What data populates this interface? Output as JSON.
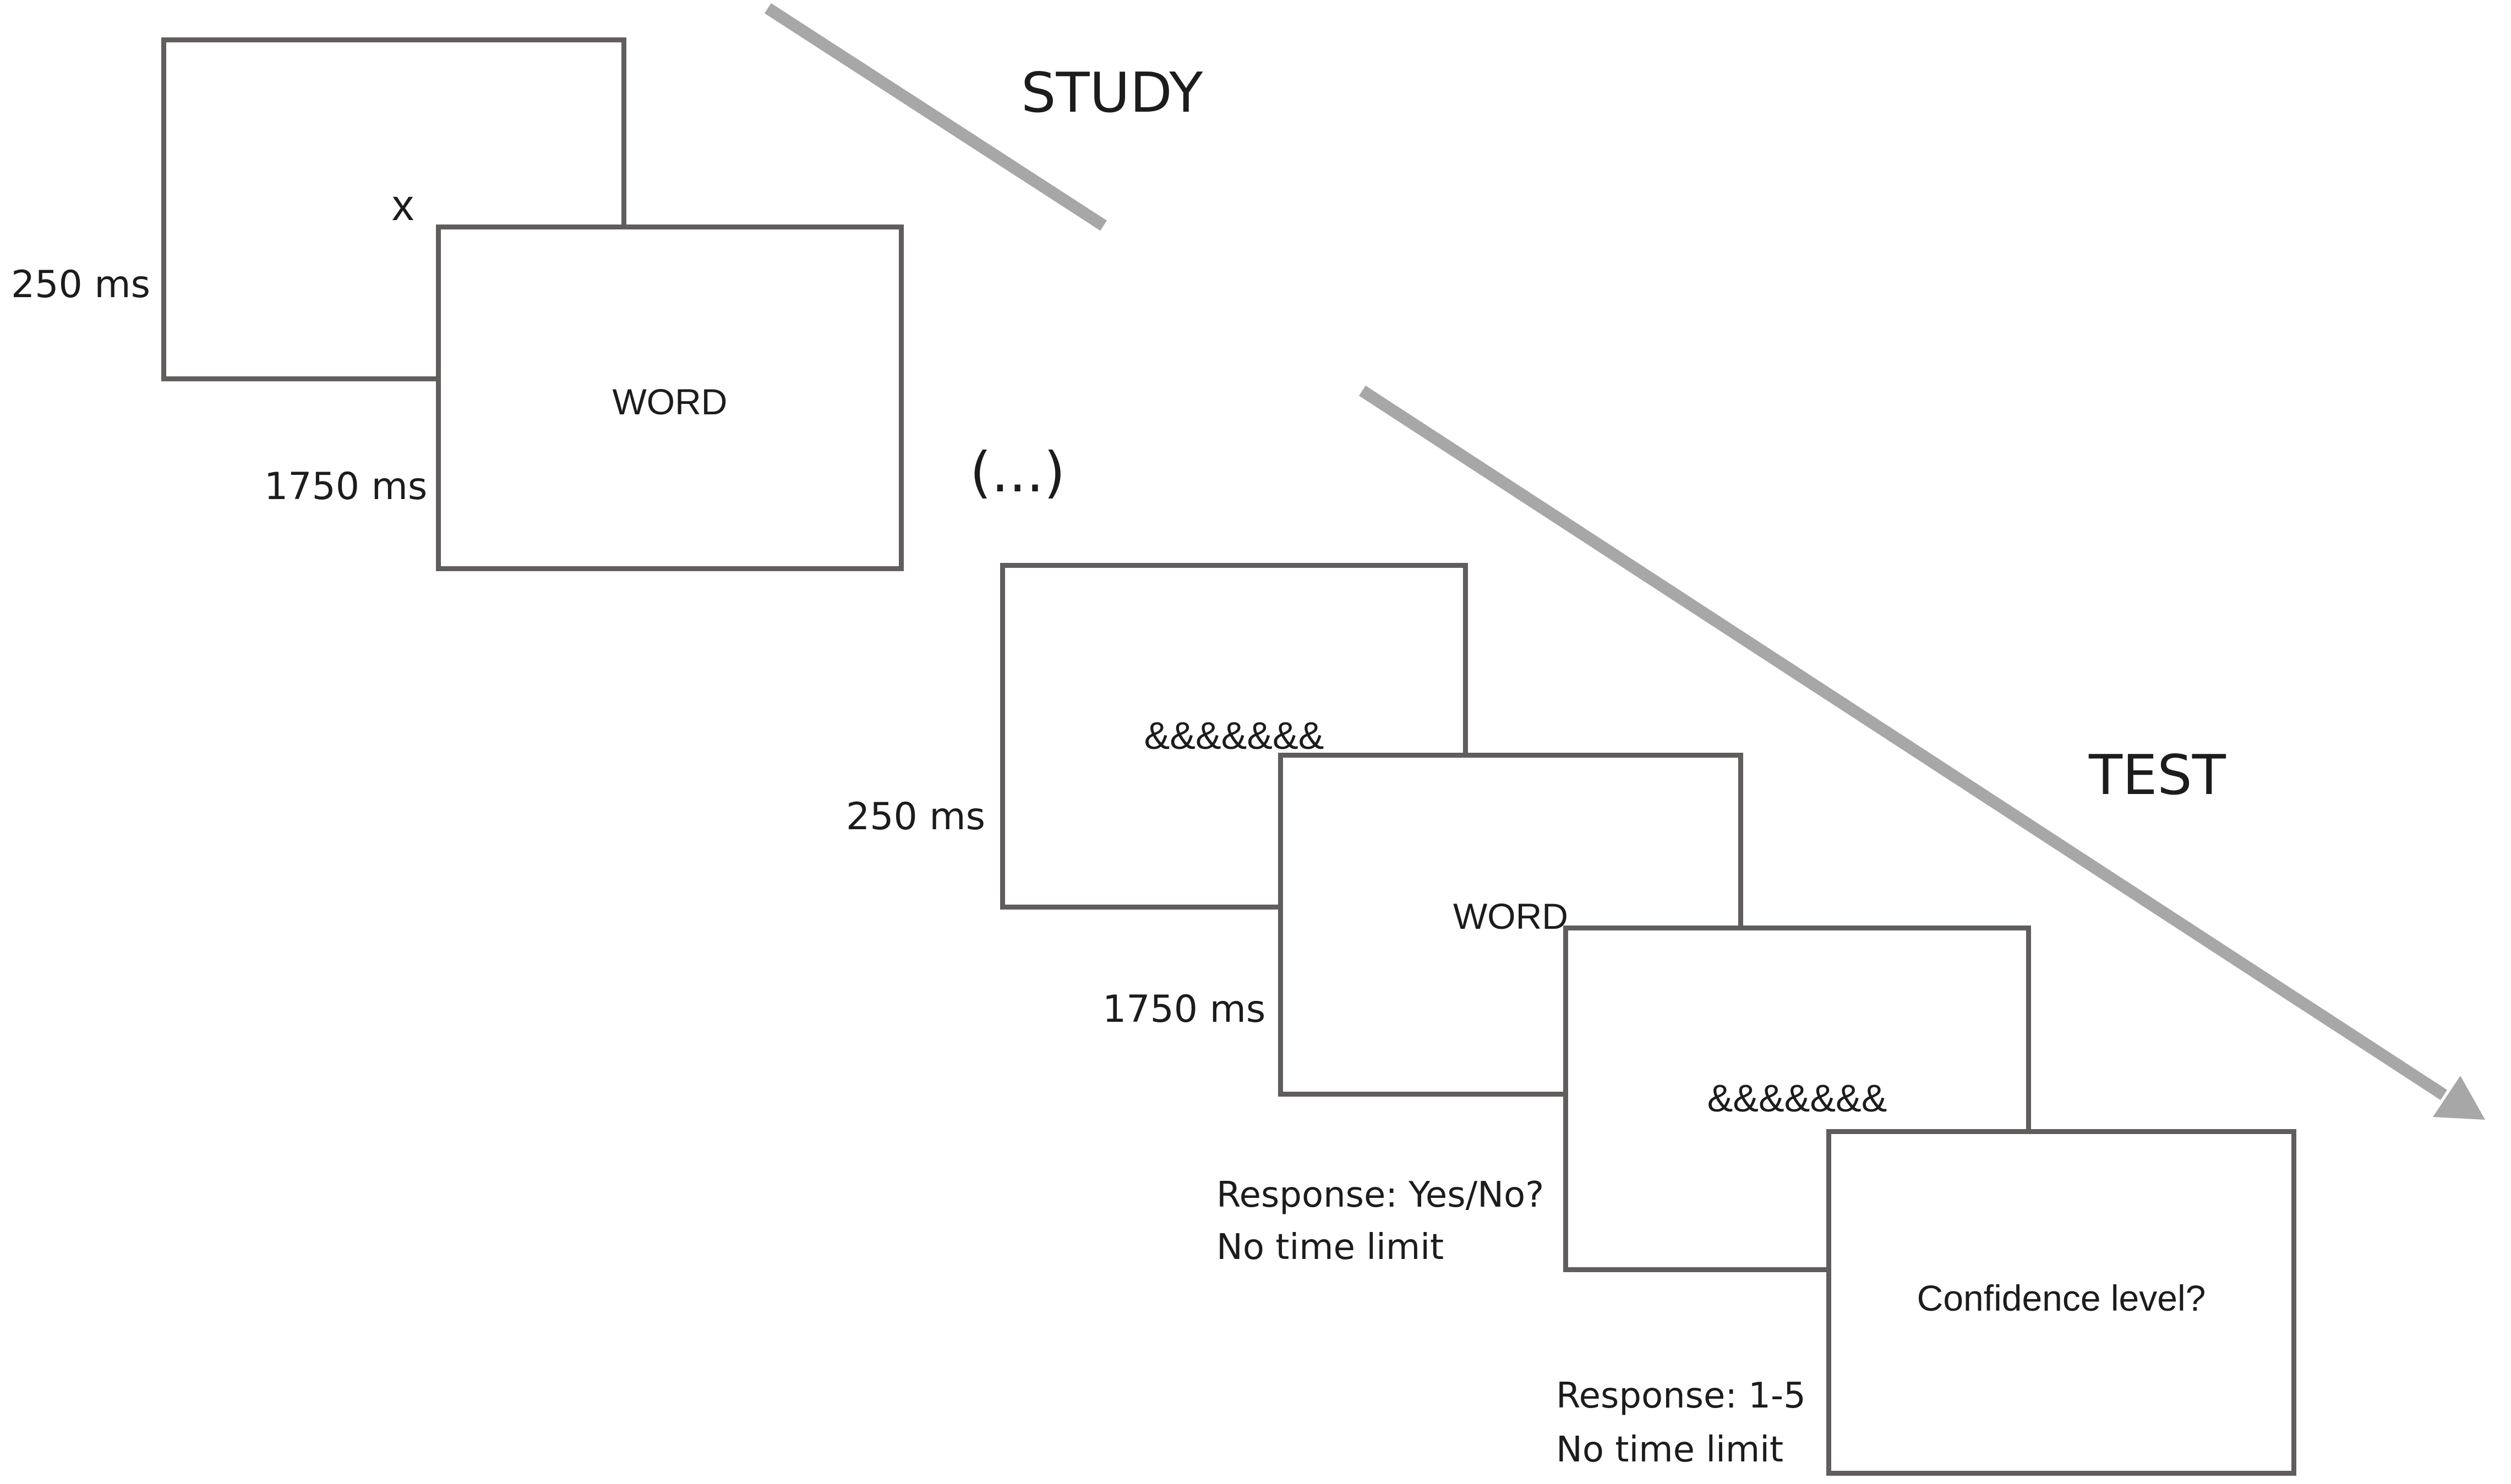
{
  "phases": {
    "study": "STUDY",
    "test": "TEST"
  },
  "ellipsis": "(...)",
  "study": {
    "fixation": {
      "symbol": "x",
      "duration": "250 ms"
    },
    "word": {
      "text": "WORD",
      "duration": "1750 ms"
    }
  },
  "test": {
    "mask1": {
      "text": "&&&&&&&",
      "duration": "250 ms"
    },
    "word": {
      "text": "WORD",
      "duration": "1750 ms"
    },
    "mask2": {
      "text": "&&&&&&&",
      "response": "Response: Yes/No?",
      "limit": "No time limit"
    },
    "confidence": {
      "text": "Confidence level?",
      "response": "Response: 1-5",
      "limit": "No time limit"
    }
  },
  "colors": {
    "frame": "#625d5d",
    "arrow": "#a7a7a7",
    "text": "#1c1c1c"
  }
}
